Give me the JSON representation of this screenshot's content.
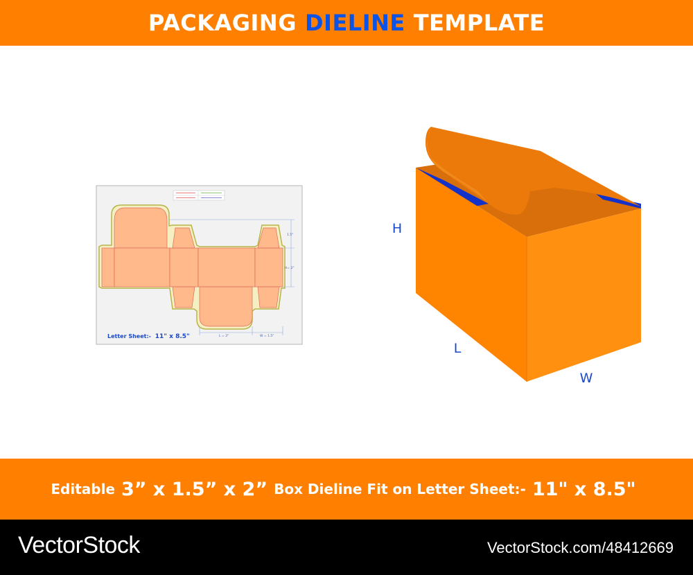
{
  "header": {
    "title_part1": "PACKAGING",
    "title_accent": "DIELINE",
    "title_part2": "TEMPLATE"
  },
  "dieline": {
    "sheet_label_prefix": "Letter Sheet:-",
    "sheet_label_size": "11\" x 8.5\"",
    "dim_top": "1.5\"",
    "dim_height": "H= 2\"",
    "dim_length": "L = 3\"",
    "dim_width": "W = 1.5\""
  },
  "box_3d": {
    "label_h": "H",
    "label_l": "L",
    "label_w": "W"
  },
  "caption": {
    "prefix": "Editable",
    "dimensions": "3” x 1.5” x 2”",
    "middle": "Box Dieline Fit on Letter Sheet:-",
    "sheet": "11\" x 8.5\""
  },
  "footer": {
    "brand": "VectorStock",
    "url": "VectorStock.com/48412669"
  },
  "colors": {
    "banner_orange": "#ff8000",
    "accent_blue": "#0a53e6",
    "box_front": "#ff8400",
    "box_side": "#ff9010",
    "box_inside": "#d96f0a",
    "dieline_fill": "#ffb98a",
    "dieline_outline": "#b7b44a"
  }
}
